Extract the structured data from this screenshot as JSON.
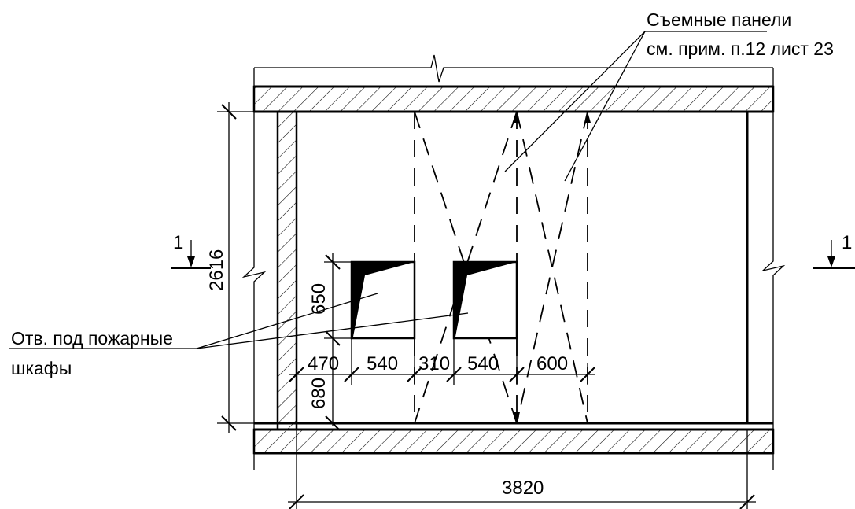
{
  "callouts": {
    "panels_line1": "Съемные панели",
    "panels_line2": "см. прим. п.12 лист 23",
    "openings_line1": "Отв. под пожарные",
    "openings_line2": "шкафы"
  },
  "section_mark": {
    "left": "1",
    "right": "1"
  },
  "dimensions": {
    "overall_height": "2616",
    "opening_height": "650",
    "sill_height": "680",
    "overall_width": "3820",
    "chain": [
      "470",
      "540",
      "310",
      "540",
      "600"
    ]
  }
}
